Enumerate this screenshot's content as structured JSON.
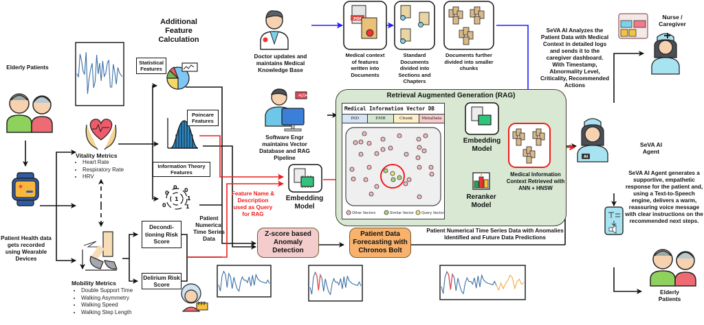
{
  "title": "SeVA AI patient monitoring pipeline",
  "colors": {
    "blue_flow": "#1a1aff",
    "red_flow": "#ee1c1c",
    "black_flow": "#111111",
    "rag_bg": "#d8e8d3",
    "zscore_bg": "#f4cccc",
    "forecast_bg": "#f9b26b",
    "signal_line": "#3a6ea5",
    "anomaly": "#ee4444",
    "forecast_line": "#f5a84a"
  },
  "patients_top": {
    "label": "Elderly Patients"
  },
  "wearable": {
    "label": "Patient Health data gets recorded using Wearable Devices"
  },
  "vitality": {
    "title": "Vitality Metrics",
    "items": [
      "Heart Rate",
      "Respiratory Rate",
      "HRV"
    ]
  },
  "mobility": {
    "title": "Mobility Metrics",
    "items": [
      "Double Support Time",
      "Walking Asymmetry",
      "Walking Speed",
      "Walking Step Length"
    ]
  },
  "features": {
    "heading": "Additional Feature Calculation",
    "statistical": "Statistical Features",
    "poincare": "Poincare Features",
    "info_theory": "Information Theory Features"
  },
  "risk_scores": {
    "deconditioning": "Decondi- tioning Risk Score",
    "delirium": "Delirium Risk Score",
    "confused_badge": "???"
  },
  "time_series_label": "Patient Numerical Time Series Data",
  "query_label": "Feature Name & Description used as Query for RAG",
  "doctor": {
    "label": "Doctor updates and maintains Medical Knowledge Base"
  },
  "documents": [
    {
      "label": "Medical context of features written into Documents",
      "badge": "PDF"
    },
    {
      "label": "Standard Documents divided into Sections and Chapters"
    },
    {
      "label": "Documents further divided into smaller chunks"
    }
  ],
  "engineer": {
    "label": "Software Engr maintains Vector Database and RAG Pipeline",
    "code_badge": "</>"
  },
  "embedding_left": {
    "label": "Embedding Model"
  },
  "rag": {
    "title": "Retrieval Augmented Generation (RAG)",
    "vector_db": {
      "title": "Medical Information Vector DB",
      "columns": [
        "IND",
        "EMB",
        "Chunk",
        "MetaData"
      ],
      "legend": [
        "Other Vectors",
        "Similar Vector",
        "Query Vector"
      ]
    },
    "embedding": {
      "label": "Embedding Model"
    },
    "reranker": {
      "label": "Reranker Model"
    },
    "retrieved": {
      "label": "Medical Information Context Retrieved with ANN + HNSW"
    }
  },
  "zscore": {
    "label": "Z-score based Anomaly Detection"
  },
  "forecast": {
    "label": "Patient Data Forecasting with Chronos Bolt"
  },
  "anomaly_output_label": "Patient Numerical Time Series Data with Anomalies Identified and Future Data Predictions",
  "seva_analysis": "SeVA AI Analyzes the Patient Data with Medical Context in detailed logs and sends it to the caregiver dashboard. With Timestamp, Abnormality Level, Criticality, Recommended Actions",
  "nurse": {
    "label": "Nurse / Caregiver"
  },
  "agent": {
    "label": "SeVA AI Agent",
    "badge": "AI"
  },
  "agent_response": "SeVA AI Agent generates a supportive, empathetic response for the patient and, using a Text-to-Speech engine, delivers a warm, reassuring voice message with clear instructions on the recommended next steps.",
  "patients_bottom": {
    "label": "Elderly Patients"
  },
  "binary_digits": [
    "1",
    "0",
    "0",
    "0",
    "0",
    "1",
    "1",
    "0",
    "0",
    "0",
    "1",
    "0"
  ]
}
